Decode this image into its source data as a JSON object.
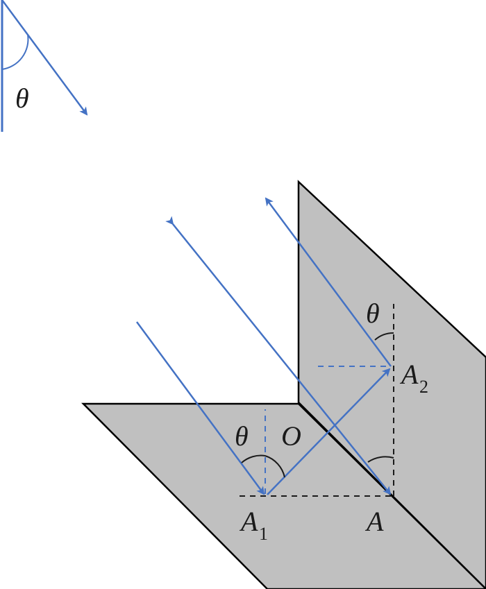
{
  "labels": {
    "theta_legend": "θ",
    "theta_floor": "θ",
    "theta_wall": "θ",
    "O": "O",
    "A1": "A",
    "A1_sub": "1",
    "A2": "A",
    "A2_sub": "2",
    "A": "A"
  },
  "colors": {
    "plane_fill": "#c0c0c0",
    "outline": "#000000",
    "ray": "#4472c4"
  }
}
